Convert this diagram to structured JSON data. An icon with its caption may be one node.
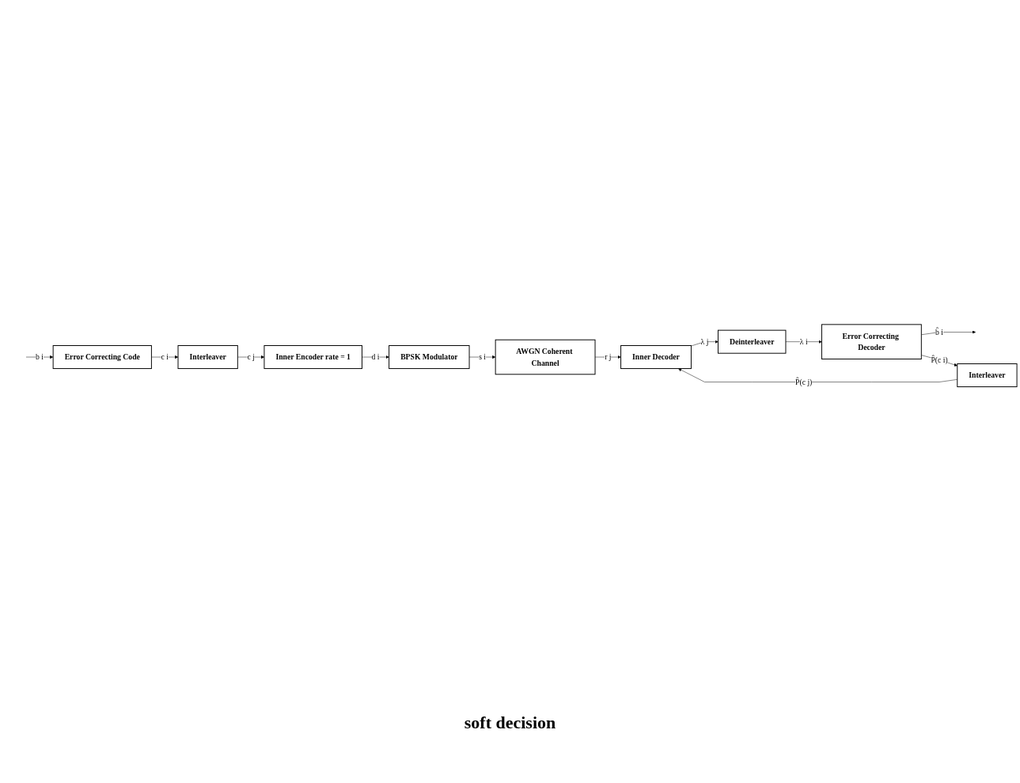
{
  "diagram": {
    "nodes": [
      {
        "text": [
          "Error Correcting Code"
        ]
      },
      {
        "text": [
          "Interleaver"
        ]
      },
      {
        "text": [
          "Inner Encoder rate = 1"
        ]
      },
      {
        "text": [
          "BPSK Modulator"
        ]
      },
      {
        "text": [
          "AWGN Coherent Channel"
        ]
      },
      {
        "text": [
          "Inner Decoder"
        ]
      },
      {
        "text": [
          "Deinterleaver"
        ]
      },
      {
        "text": [
          "Error Correcting Decoder"
        ]
      },
      {
        "text": [
          "Interleaver"
        ]
      }
    ],
    "edges": [
      {
        "from": null,
        "to": 0,
        "arrow": "to",
        "label": "b i"
      },
      {
        "from": 0,
        "to": 1,
        "arrow": "to",
        "label": "c i"
      },
      {
        "from": 1,
        "to": 2,
        "arrow": "to",
        "label": "c j"
      },
      {
        "from": 2,
        "to": 3,
        "arrow": "to",
        "label": "d i"
      },
      {
        "from": 3,
        "to": 4,
        "arrow": "to",
        "label": "s i"
      },
      {
        "from": 4,
        "to": 5,
        "arrow": "to",
        "label": "r j"
      },
      {
        "from": 5,
        "to": 6,
        "arrow": "to",
        "label": "λ j"
      },
      {
        "from": 6,
        "to": 7,
        "arrow": "to",
        "label": "λ i"
      },
      {
        "from": 7,
        "to": null,
        "arrow": "to",
        "label": "b̂ i"
      },
      {
        "from": 7,
        "to": 8,
        "arrow": "to",
        "label": "P̂(c i)"
      },
      {
        "from": 8,
        "to": 5,
        "arrow": "to",
        "label": "P̂(c j)"
      }
    ],
    "labels": [
      "soft decision"
    ]
  }
}
